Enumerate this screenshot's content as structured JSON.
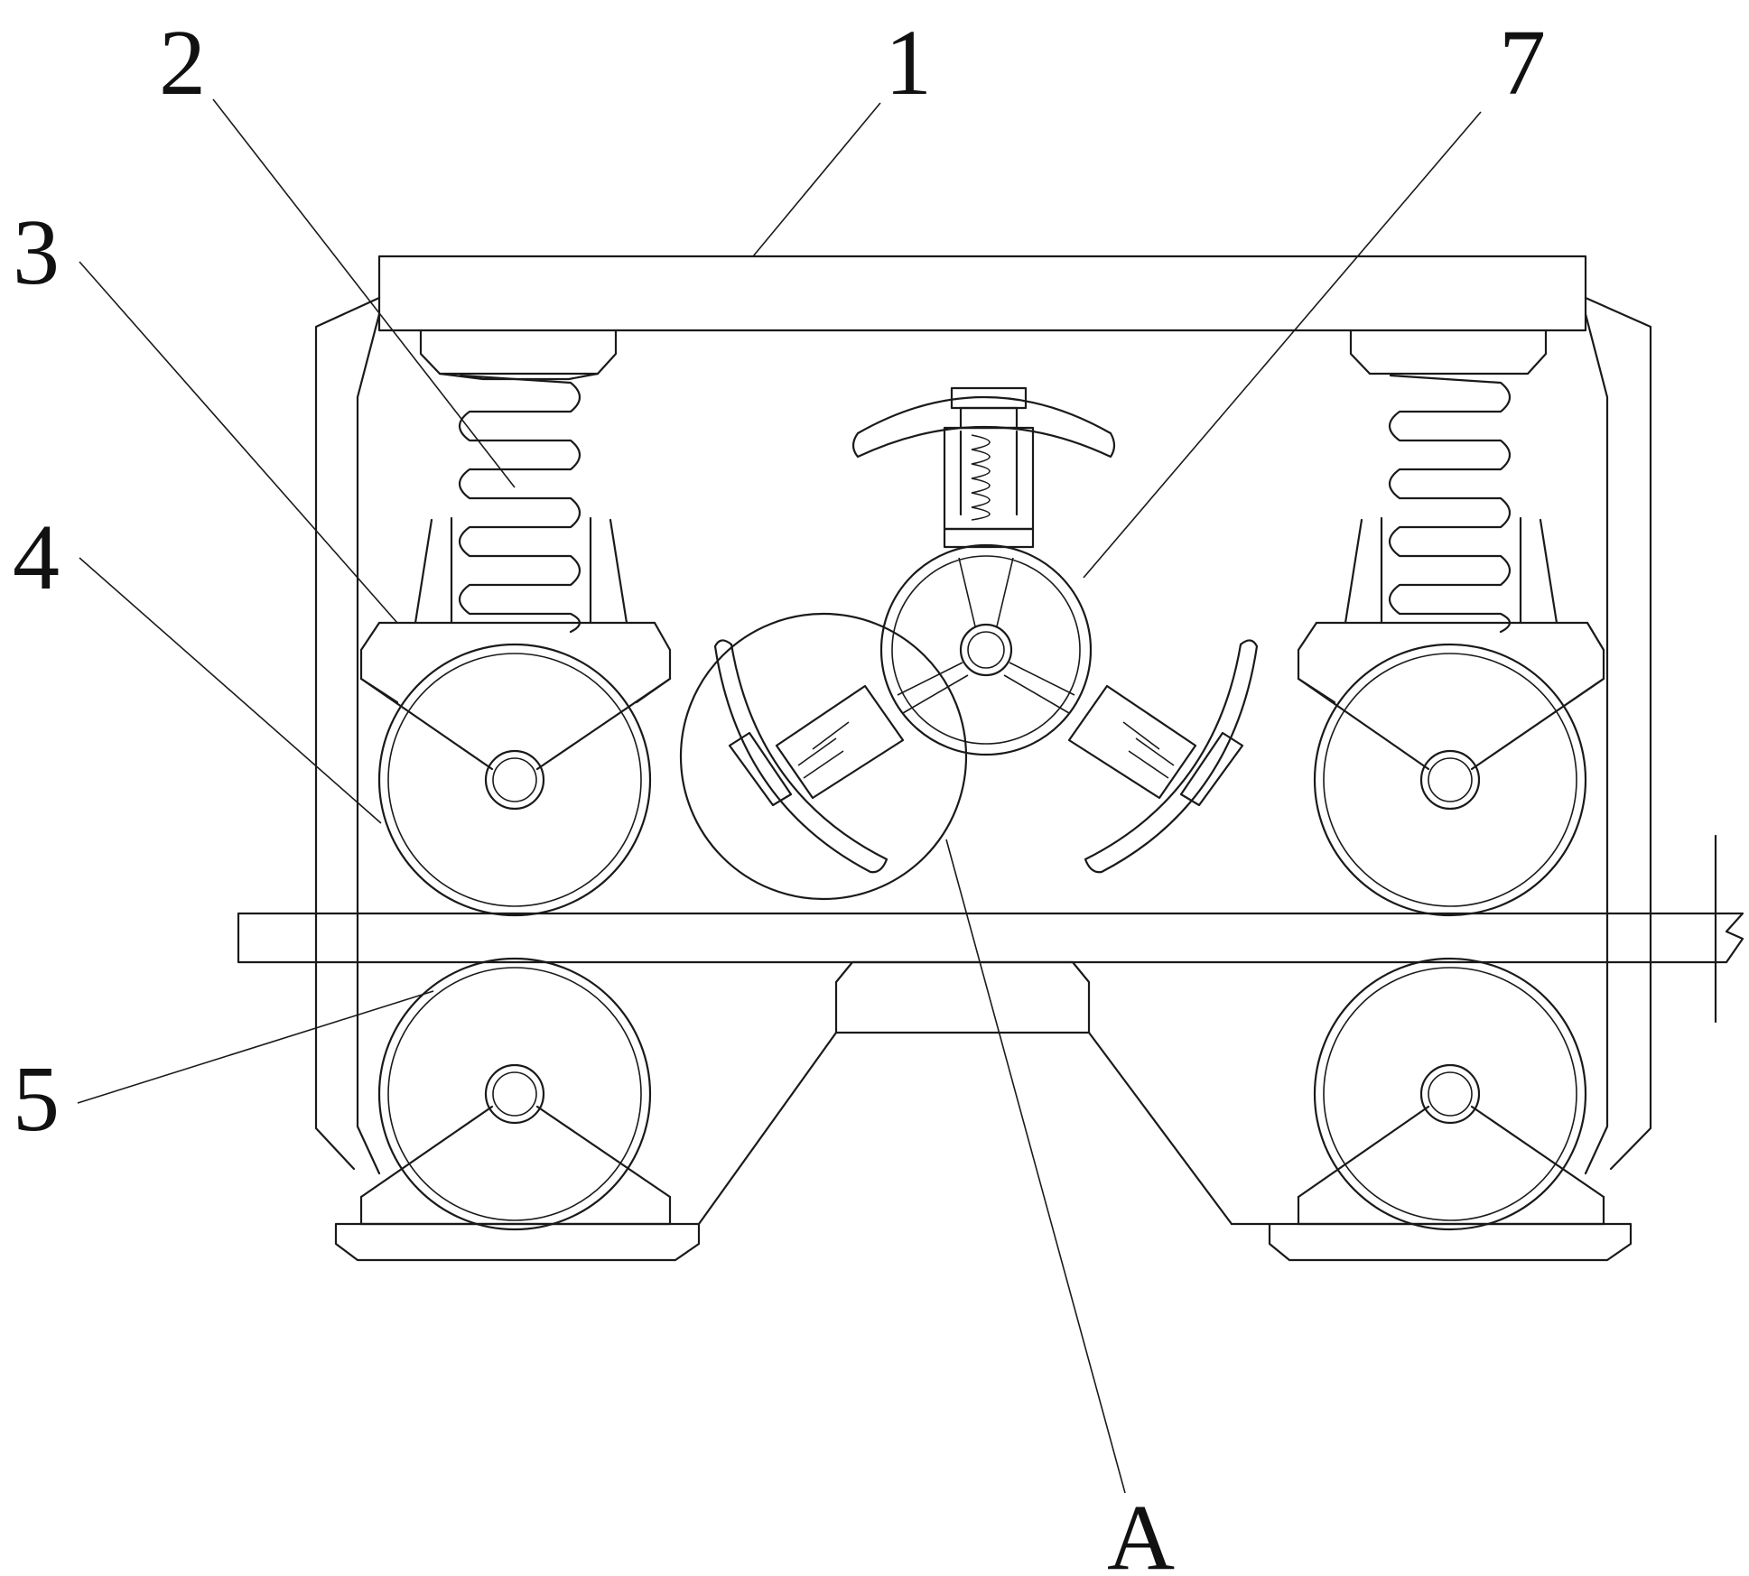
{
  "figure": {
    "labels": {
      "top_plate": "1",
      "spring": "2",
      "bracket": "3",
      "upper_roller": "4",
      "lower_roller": "5",
      "rotor": "7",
      "detail_ref": "A"
    }
  }
}
